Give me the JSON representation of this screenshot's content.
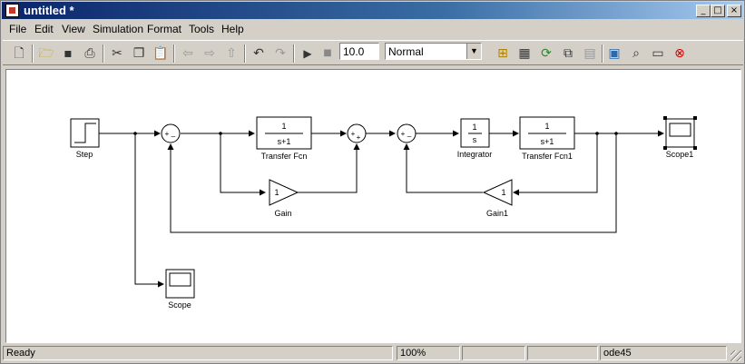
{
  "window": {
    "title": "untitled *",
    "minimize": "_",
    "maximize": "□",
    "close": "×"
  },
  "menu": [
    "File",
    "Edit",
    "View",
    "Simulation",
    "Format",
    "Tools",
    "Help"
  ],
  "toolbar": {
    "stop_time": "10.0",
    "sim_mode": "Normal"
  },
  "blocks": {
    "step": "Step",
    "tf1_num": "1",
    "tf1_den": "s+1",
    "tf1_label": "Transfer Fcn",
    "gain_value": "1",
    "gain_label": "Gain",
    "integrator_expr": "s",
    "integrator_num": "1",
    "integrator_label": "Integrator",
    "tf2_num": "1",
    "tf2_den": "s+1",
    "tf2_label": "Transfer Fcn1",
    "gain1_value": "1",
    "gain1_label": "Gain1",
    "scope_label": "Scope",
    "scope1_label": "Scope1",
    "sum1_signs": [
      "+",
      "_"
    ],
    "sum2_signs": [
      "+",
      "+"
    ],
    "sum3_signs": [
      "+",
      "_"
    ]
  },
  "status": {
    "state": "Ready",
    "zoom": "100%",
    "solver": "ode45"
  }
}
